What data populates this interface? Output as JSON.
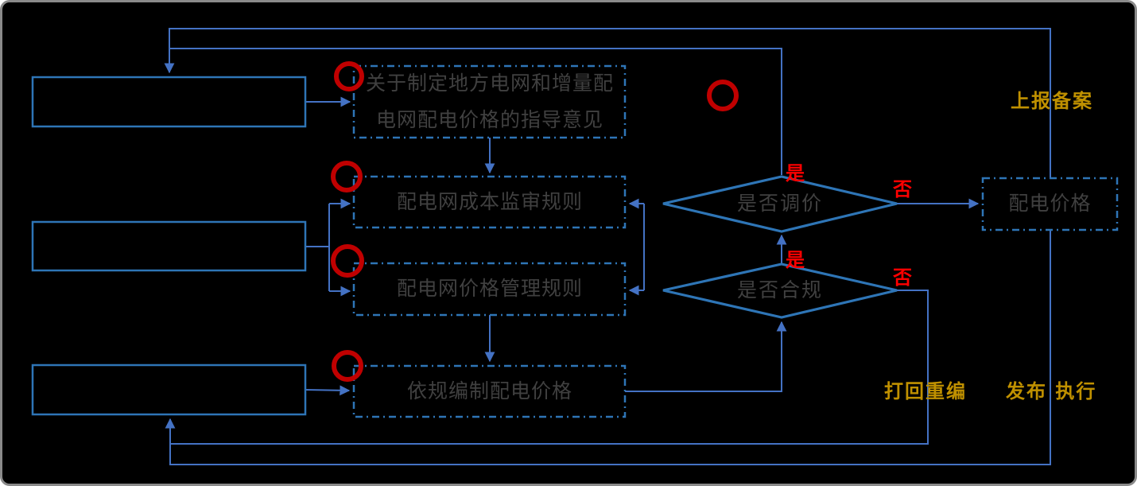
{
  "diagram": {
    "nodes": {
      "guidance": {
        "line1": "关于制定地方电网和增量配",
        "line2": "电网配电价格的指导意见"
      },
      "cost_rule": {
        "label": "配电网成本监审规则"
      },
      "price_rule": {
        "label": "配电网价格管理规则"
      },
      "compile": {
        "label": "依规编制配电价格"
      },
      "dist_price": {
        "label": "配电价格"
      }
    },
    "decisions": {
      "adjust": {
        "label": "是否调价",
        "yes": "是",
        "no": "否"
      },
      "comply": {
        "label": "是否合规",
        "yes": "是",
        "no": "否"
      }
    },
    "edge_labels": {
      "report": "上报备案",
      "rework": "打回重编",
      "publish": "发布 执行"
    },
    "colors": {
      "background": "#000000",
      "frame": "#8A8A8A",
      "shape_border": "#2E75B6",
      "connector": "#4472C4",
      "annotation_circle": "#C00000",
      "branch_label": "#FF0000",
      "edge_label": "#BF9000",
      "node_text": "#404040"
    }
  }
}
